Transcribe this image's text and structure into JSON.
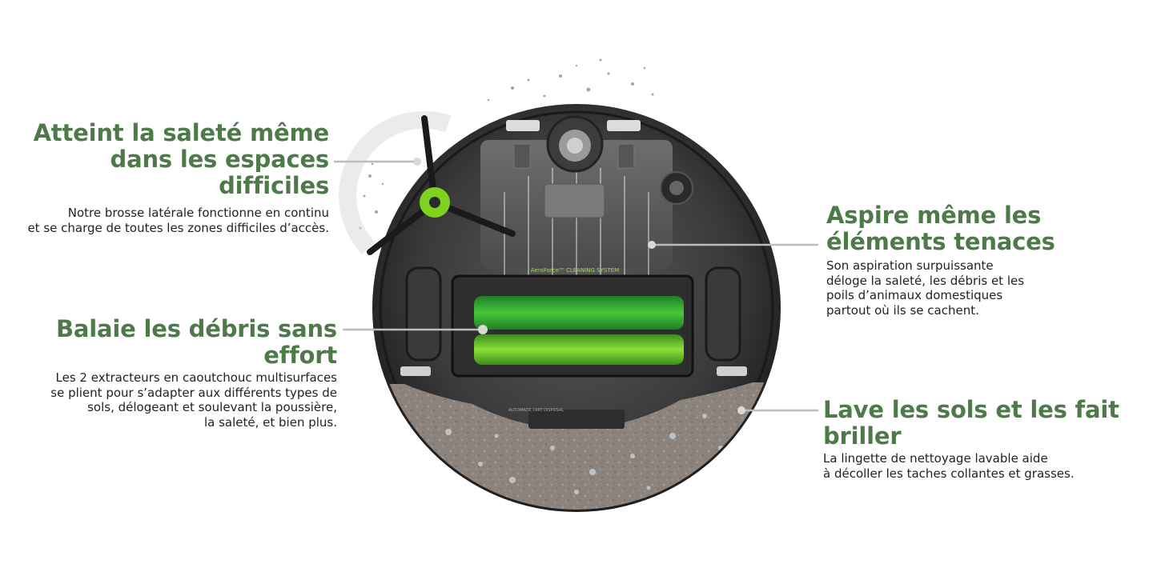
{
  "callouts": {
    "side_brush": {
      "title": [
        "Atteint la saleté même",
        "dans les espaces difficiles"
      ],
      "text": [
        "Notre brosse latérale fonctionne en continu",
        "et se charge de toutes les zones difficiles d’accès."
      ]
    },
    "roller": {
      "title": [
        "Balaie les débris sans effort"
      ],
      "text": [
        "Les 2 extracteurs en caoutchouc multisurfaces",
        "se plient pour s’adapter aux différents types de",
        "sols, délogeant et soulevant la poussière,",
        "la saleté, et bien plus."
      ]
    },
    "suction": {
      "title": [
        "Aspire même les",
        "éléments tenaces"
      ],
      "text": [
        "Son aspiration surpuissante",
        "déloge la saleté, les débris et les",
        "poils d’animaux domestiques",
        "partout où ils se cachent."
      ]
    },
    "mop": {
      "title": [
        "Lave les sols et les fait briller"
      ],
      "text": [
        "La lingette de nettoyage lavable aide",
        "à décoller les taches collantes et grasses."
      ]
    }
  },
  "robot": {
    "airflow_label": "AeroForce™ CLEANING SYSTEM",
    "dock_label": "AUTOMATIC DIRT DISPOSAL"
  },
  "colors": {
    "heading": "#4e7a4a",
    "body_text": "#222222",
    "brush_green": "#7ed321",
    "roller_green": "#3fb93a",
    "body_dark": "#2b2b2b",
    "mop_pad": "#8d847b",
    "leader_line": "#bcbcbc"
  }
}
